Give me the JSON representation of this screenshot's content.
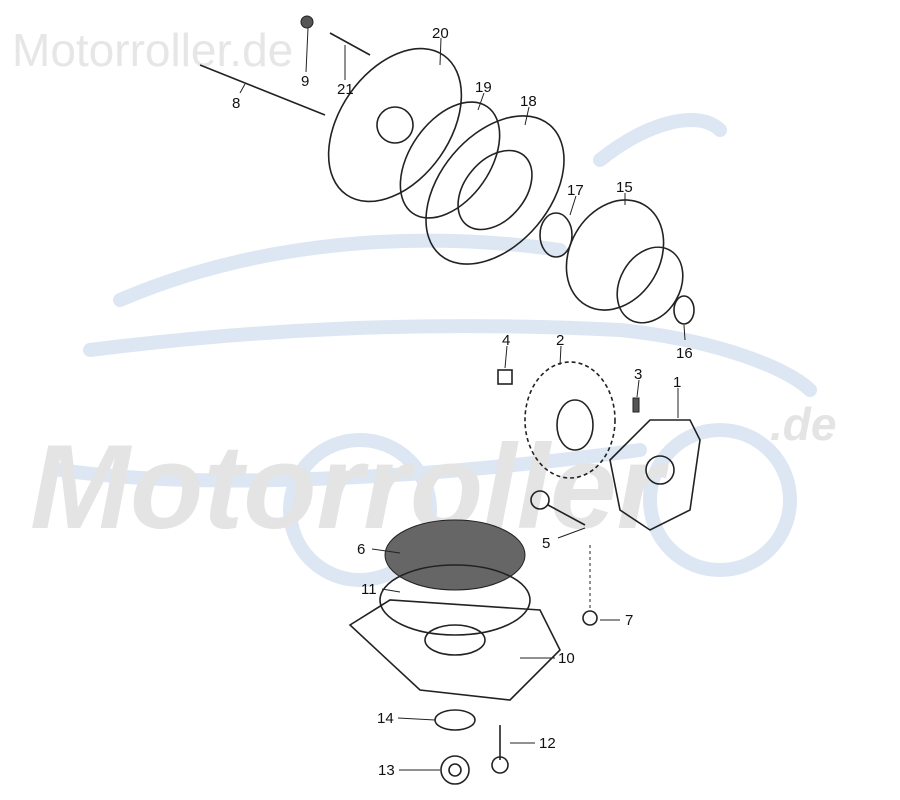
{
  "watermark": {
    "top": "Motorroller.de",
    "bottom": "Motorroller",
    "bottom_suffix": ".de"
  },
  "callouts": [
    "8",
    "9",
    "21",
    "20",
    "19",
    "18",
    "17",
    "15",
    "16",
    "4",
    "2",
    "3",
    "1",
    "5",
    "6",
    "11",
    "7",
    "10",
    "14",
    "12",
    "13"
  ],
  "colors": {
    "watermark_gray": "#e4e4e4",
    "scooter_blue": "#dce7f3",
    "line": "#222222"
  }
}
